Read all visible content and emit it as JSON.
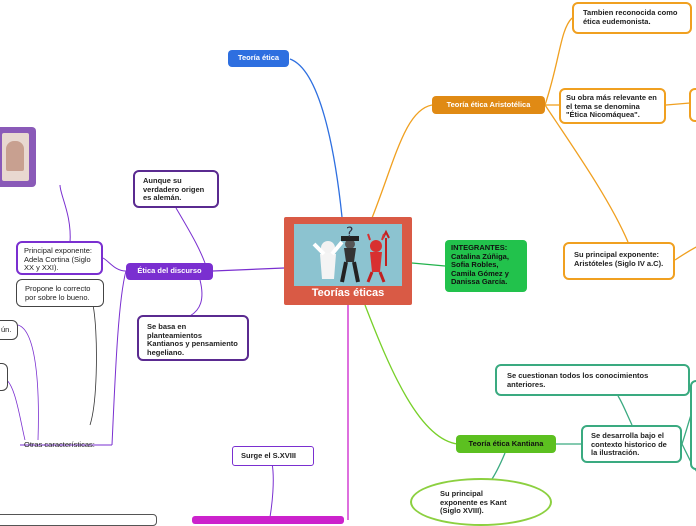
{
  "central": {
    "title": "Teorías éticas"
  },
  "nodes": {
    "teoria_etica": "Teoría ética",
    "aristotelica": "Teoría ética Aristotélica",
    "eudemonista": "Tambien reconocida como ética eudemonista.",
    "obra": "Su obra más relevante en el tema se denomina \"Ética Nicomáquea\".",
    "principal_aristoteles": "Su principal exponente: Aristóteles (Siglo IV a.C).",
    "integrantes": "INTEGRANTES: Catalina Zúñiga, Sofia Robles, Camila Gómez y Danissa García.",
    "kantiana": "Teoría ética Kantiana",
    "cuestionan": "Se cuestionan todos los conocimientos anteriores.",
    "ilustracion": "Se desarrolla bajo el contexto historico de la ilustración.",
    "principal_kant": "Su principal exponente es Kant (Siglo XVIII).",
    "surge": "Surge el S.XVIII",
    "discurso": "Ética del discurso",
    "origen": "Aunque su verdadero origen es alemán.",
    "kantianos": "Se basa en planteamientos Kantianos y pensamiento hegeliano.",
    "cortina": "Principal exponente: Adela Cortina (Siglo XX y XXI).",
    "correcto": "Propone lo correcto por sobre lo bueno.",
    "otras": "Otras características:",
    "left_fragment": "ún."
  },
  "colors": {
    "blue": "#2e6fe0",
    "orange": "#f0a020",
    "green": "#22b24c",
    "lime": "#78d02a",
    "purple": "#7a2fd0",
    "magenta": "#cc22cc",
    "teal": "#3aaa80",
    "central": "#d95a45"
  }
}
